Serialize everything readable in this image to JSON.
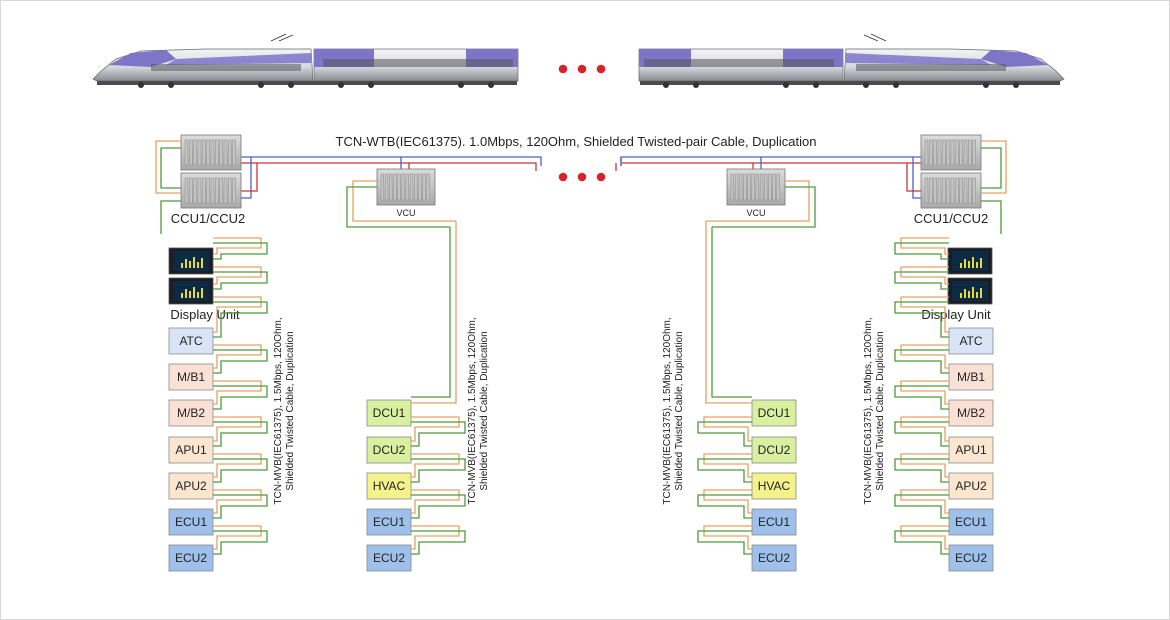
{
  "wtb_label": "TCN-WTB(IEC61375). 1.0Mbps, 120Ohm, Shielded Twisted-pair Cable, Duplication",
  "mvb_label_line1": "TCN-MVB(IEC61375), 1.5Mbps, 120Ohm,",
  "mvb_label_line2": "Shielded Twisted Cable, Duplication",
  "ccu_label": "CCU1/CCU2",
  "vcu_label": "VCU",
  "display_label": "Display Unit",
  "ellipsis": "• • •",
  "colors": {
    "wtb_blue": "#4a63c9",
    "wtb_red": "#c8353a",
    "mvb_orange": "#e8a060",
    "mvb_green": "#4f9a3a",
    "dots_red": "#d6222a"
  },
  "left_devices": [
    {
      "label": "ATC",
      "color": "#d9e5f7"
    },
    {
      "label": "M/B1",
      "color": "#fbe0d6"
    },
    {
      "label": "M/B2",
      "color": "#fbe0d6"
    },
    {
      "label": "APU1",
      "color": "#fde6cf"
    },
    {
      "label": "APU2",
      "color": "#fde6cf"
    },
    {
      "label": "ECU1",
      "color": "#9fc0ea"
    },
    {
      "label": "ECU2",
      "color": "#9fc0ea"
    }
  ],
  "center_devices": [
    {
      "label": "DCU1",
      "color": "#d8f0a0"
    },
    {
      "label": "DCU2",
      "color": "#d8f0a0"
    },
    {
      "label": "HVAC",
      "color": "#f5f28c"
    },
    {
      "label": "ECU1",
      "color": "#9fc0ea"
    },
    {
      "label": "ECU2",
      "color": "#9fc0ea"
    }
  ]
}
